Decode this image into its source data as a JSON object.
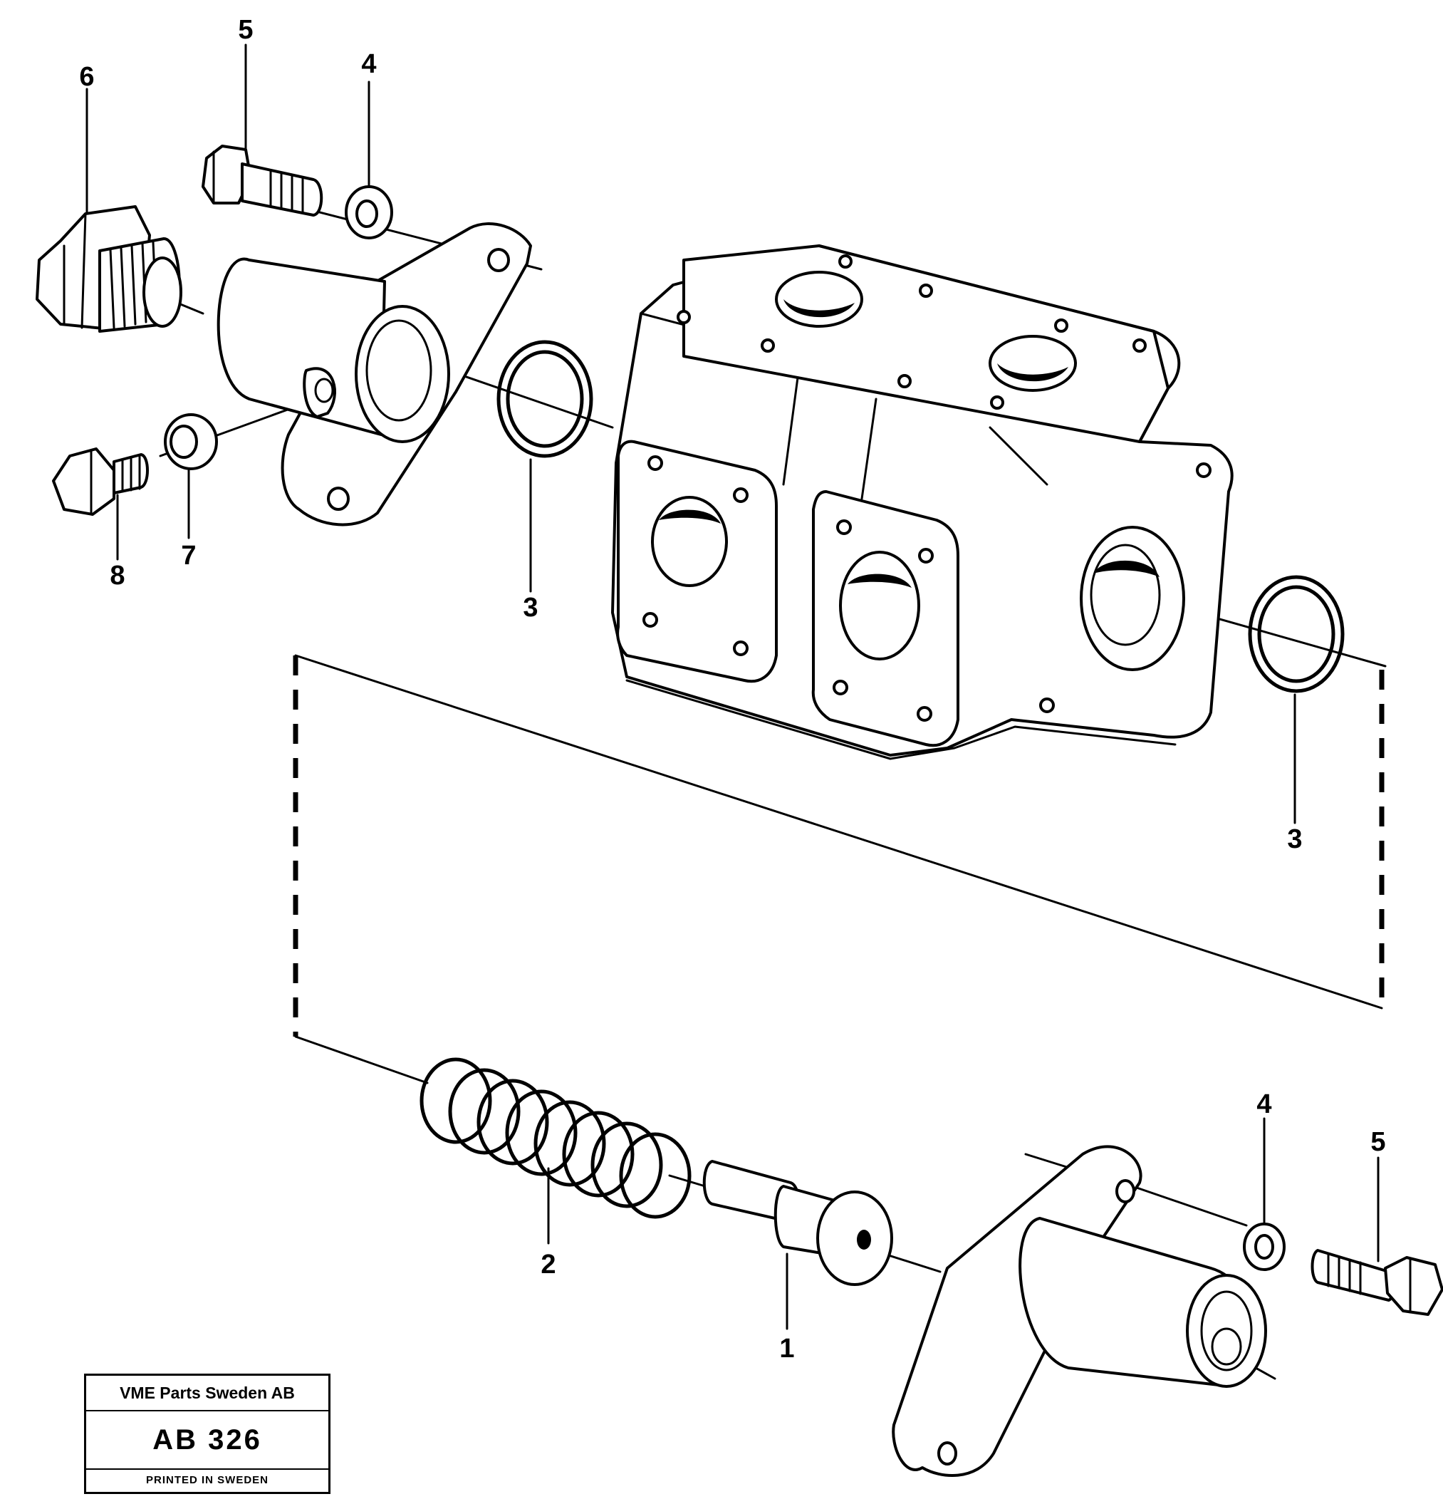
{
  "callouts": {
    "c1": "1",
    "c2": "2",
    "c3a": "3",
    "c3b": "3",
    "c4a": "4",
    "c4b": "4",
    "c5a": "5",
    "c5b": "5",
    "c6": "6",
    "c7": "7",
    "c8": "8"
  },
  "stamp": {
    "company": "VME Parts Sweden AB",
    "code": "AB 326",
    "printed": "PRINTED IN SWEDEN"
  }
}
